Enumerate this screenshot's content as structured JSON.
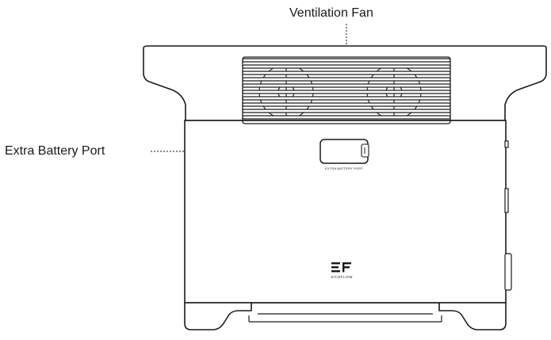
{
  "callouts": {
    "ventilation_fan": "Ventilation Fan",
    "extra_battery_port": "Extra Battery Port"
  },
  "device": {
    "port_label": "EXTRA BATTERY PORT",
    "brand_wordmark": "ECOFLOW"
  },
  "colors": {
    "line": "#1a1a1a",
    "background": "#ffffff"
  }
}
